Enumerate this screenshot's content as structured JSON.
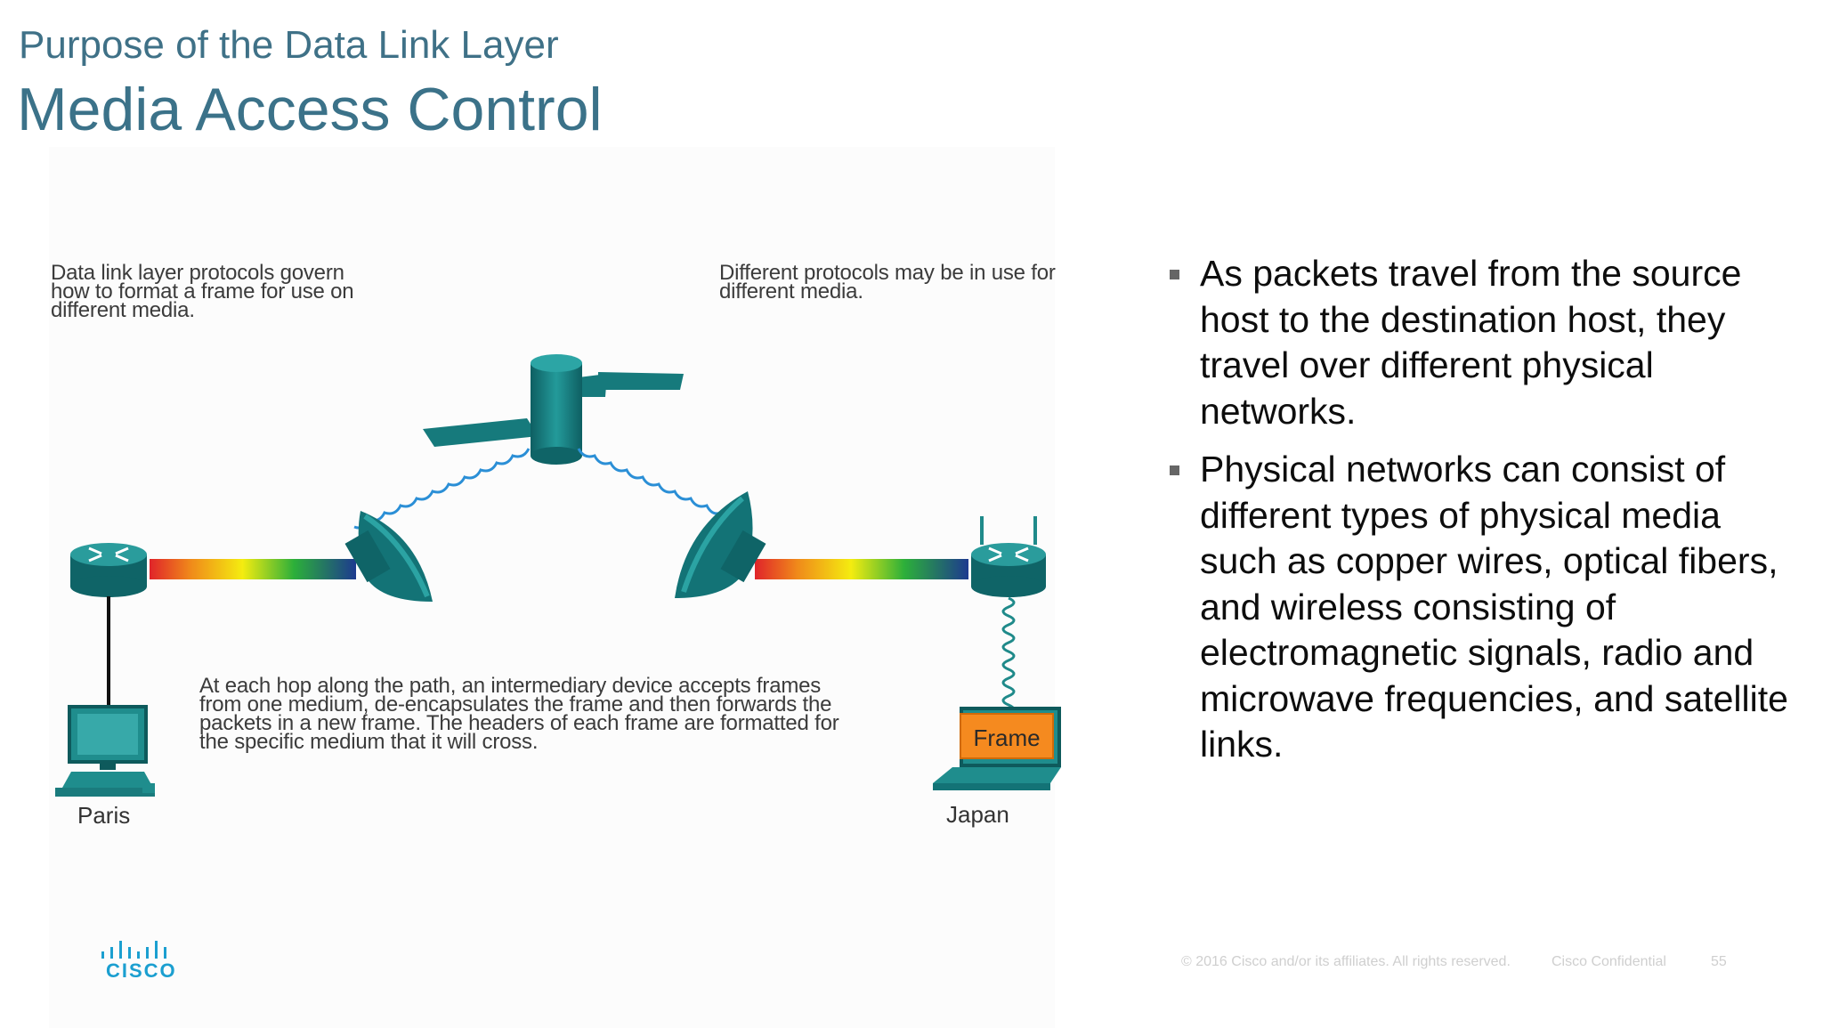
{
  "slide": {
    "subtitle": "Purpose of the Data Link Layer",
    "title": "Media Access Control"
  },
  "diagram": {
    "caption_top_left": [
      "Data link layer protocols govern",
      "how to format a frame for use on",
      "different media."
    ],
    "caption_top_right": [
      "Different protocols may be in use for",
      "different media."
    ],
    "caption_bottom": [
      "At each hop along the path, an intermediary device accepts frames",
      "from one medium, de-encapsulates the frame and then forwards the",
      "packets in a new frame. The headers of each frame are formatted for",
      "the specific medium that it will cross."
    ],
    "host_left_label": "Paris",
    "host_right_label": "Japan",
    "frame_label": "Frame",
    "device_color": "#1f8a8a",
    "frame_color": "#f58a1f"
  },
  "bullets": [
    "As packets travel from the source host to the destination host, they travel over different physical networks.",
    "Physical networks can consist of different types of physical media such as copper wires, optical fibers, and wireless consisting of electromagnetic signals, radio and microwave frequencies, and satellite links."
  ],
  "footer": {
    "logo_text": "CISCO",
    "copyright": "© 2016  Cisco and/or its affiliates. All rights reserved.",
    "confidential": "Cisco Confidential",
    "page_number": "55"
  }
}
